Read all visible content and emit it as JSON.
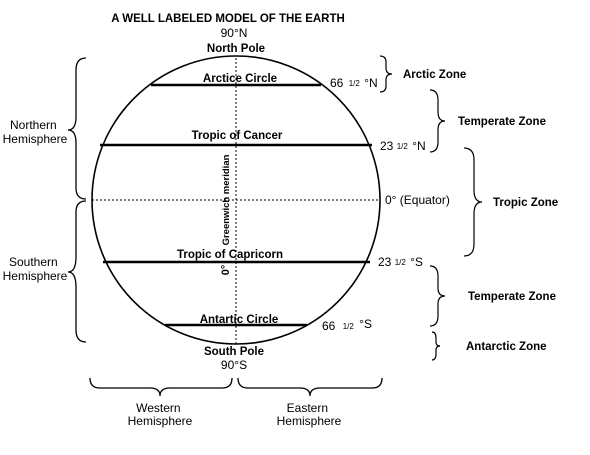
{
  "title": "A WELL LABELED MODEL OF THE EARTH",
  "poles": {
    "north_degree": "90°N",
    "north_label": "North Pole",
    "south_label": "South Pole",
    "south_degree": "90°S"
  },
  "circles": {
    "arctic": "Arctice Circle",
    "cancer": "Tropic of Cancer",
    "capricorn": "Tropic of Capricorn",
    "antarctic": "Antartic Circle"
  },
  "latitudes": {
    "arctic": {
      "whole": "66",
      "frac": "1/2",
      "dir": "°N"
    },
    "cancer": {
      "whole": "23",
      "frac": "1/2",
      "dir": "°N"
    },
    "equator": "0° (Equator)",
    "capricorn": {
      "whole": "23",
      "frac": "1/2",
      "dir": "°S"
    },
    "antarctic": {
      "whole": "66",
      "frac": "1/2",
      "dir": "°S"
    }
  },
  "meridian": {
    "name": "Greenwich meridian",
    "degree": "0°"
  },
  "hemispheres": {
    "northern": [
      "Northern",
      "Hemisphere"
    ],
    "southern": [
      "Southern",
      "Hemisphere"
    ],
    "western": [
      "Western",
      "Hemisphere"
    ],
    "eastern": [
      "Eastern",
      "Hemisphere"
    ]
  },
  "zones": {
    "arctic": "Arctic Zone",
    "temperate_north": "Temperate Zone",
    "tropic": "Tropic Zone",
    "temperate_south": "Temperate Zone",
    "antarctic": "Antarctic Zone"
  }
}
